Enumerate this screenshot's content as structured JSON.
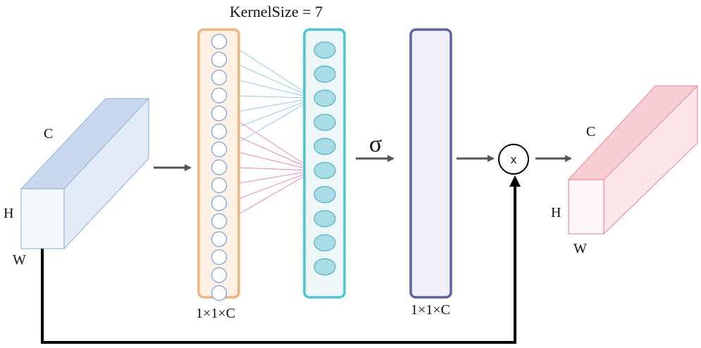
{
  "title": "KernelSize = 7",
  "input_tensor": {
    "channel_label": "C",
    "height_label": "H",
    "width_label": "W"
  },
  "output_tensor": {
    "channel_label": "C",
    "height_label": "H",
    "width_label": "W"
  },
  "input_vector": {
    "label": "1×1×C",
    "node_count": 15
  },
  "conv_vector": {
    "node_count": 10
  },
  "activation": {
    "symbol": "σ"
  },
  "sigmoid_vector": {
    "label": "1×1×C"
  },
  "multiply": {
    "symbol": "x"
  },
  "colors": {
    "input_block": "#dbe6f4",
    "input_edge": "#9ab8dd",
    "input_vector_border": "#f3b27a",
    "input_vector_fill": "#fdf1e6",
    "node_stroke": "#7aa3d6",
    "conv_vector_border": "#4ec3d3",
    "conv_vector_fill": "#eef7f7",
    "conv_node_fill": "#a8dde6",
    "conv_node_stroke": "#58b2c8",
    "line_blue": "#8ecbe6",
    "line_pink": "#ec86b6",
    "sigmoid_border": "#5c62a8",
    "sigmoid_fill": "#f0eff8",
    "output_block": "#fde1e6",
    "output_edge": "#ee8f9e",
    "arrow": "#555555",
    "skip_line": "#000000"
  }
}
